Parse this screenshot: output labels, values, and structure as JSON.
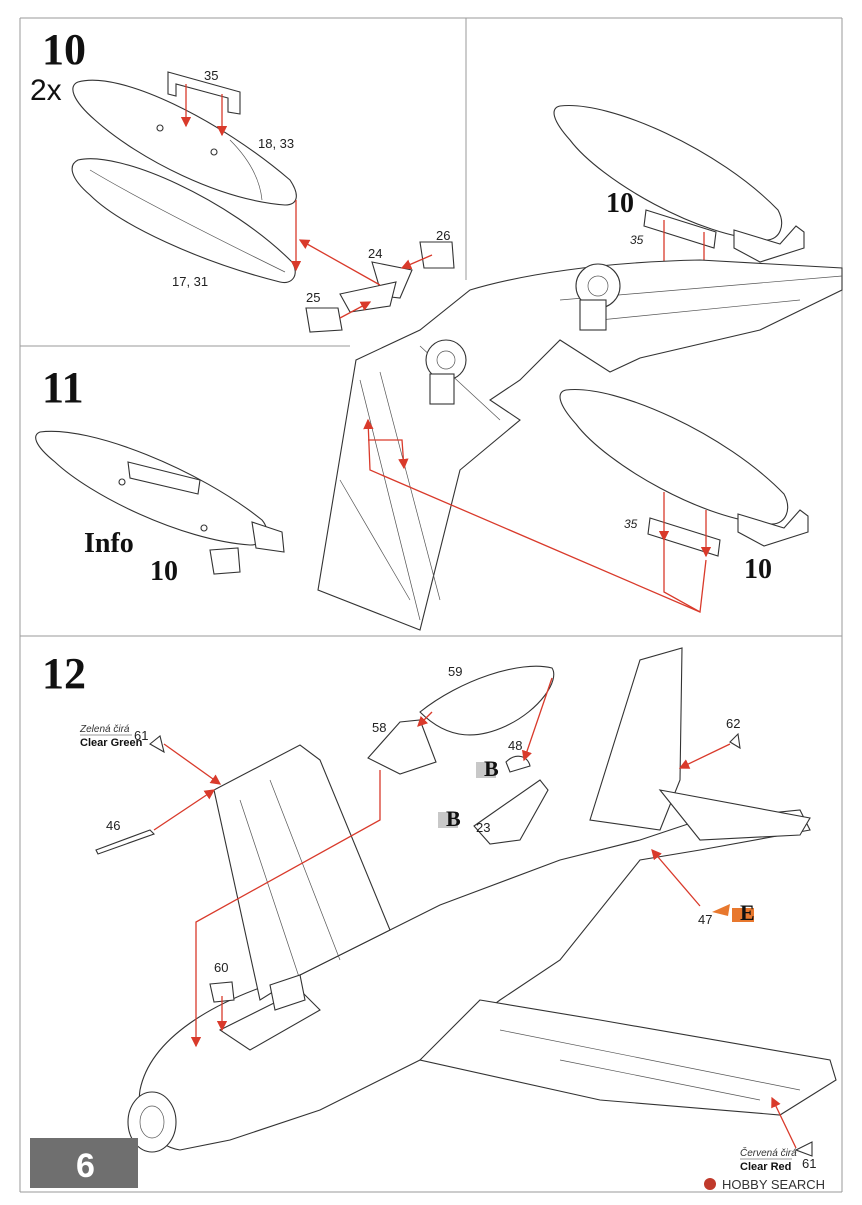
{
  "steps": [
    {
      "number": "10",
      "multiplier": "2x",
      "parts": {
        "p35": "35",
        "p18_33": "18, 33",
        "p17_31": "17, 31",
        "p24": "24",
        "p25": "25",
        "p26": "26"
      }
    },
    {
      "number": "11",
      "info_label": "Info",
      "info_ref": "10",
      "right_view": {
        "ref_top": "10",
        "part_top": "35",
        "ref_bottom": "10",
        "part_bottom": "35"
      }
    },
    {
      "number": "12",
      "parts": {
        "p59": "59",
        "p58": "58",
        "p48": "48",
        "p23": "23",
        "p62": "62",
        "p61_top": "61",
        "p46": "46",
        "p60": "60",
        "p47": "47",
        "p61_bottom": "61"
      },
      "refs": {
        "b_top": "B",
        "b_bottom": "B",
        "e": "E"
      },
      "colors": {
        "clear_green_cz": "Zelená čirá",
        "clear_green_en": "Clear Green",
        "clear_red_cz": "Červená čirá",
        "clear_red_en": "Clear Red"
      }
    }
  ],
  "page_number": "6",
  "watermark": "HOBBY SEARCH",
  "accent_colors": {
    "arrow": "#d93a2b",
    "decal_orange": "#e8782e",
    "ref_box_gray": "#c8c8c8",
    "page_tab": "#6f6f6f"
  }
}
